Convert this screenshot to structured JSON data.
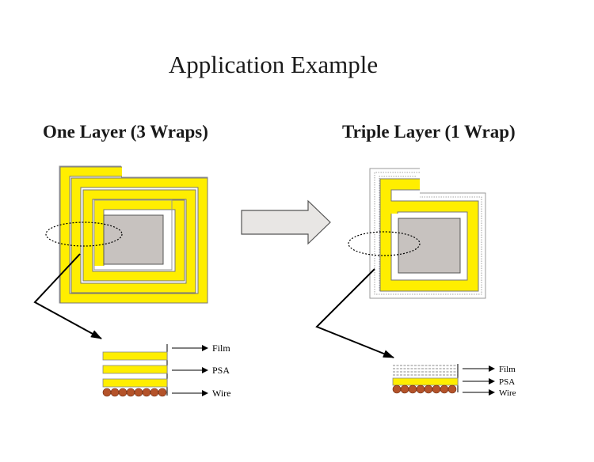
{
  "title": "Application Example",
  "left_panel": {
    "heading": "One Layer (3 Wraps)",
    "layers": [
      "Film",
      "PSA",
      "Wire"
    ]
  },
  "right_panel": {
    "heading": "Triple Layer (1 Wrap)",
    "layers": [
      "Film",
      "PSA",
      "Wire"
    ]
  },
  "colors": {
    "tape_yellow": "#ffee00",
    "tape_outline": "#888888",
    "core_gray": "#c7c2bf",
    "wire_brown": "#b4532a",
    "arrow_fill": "#e8e6e4"
  }
}
